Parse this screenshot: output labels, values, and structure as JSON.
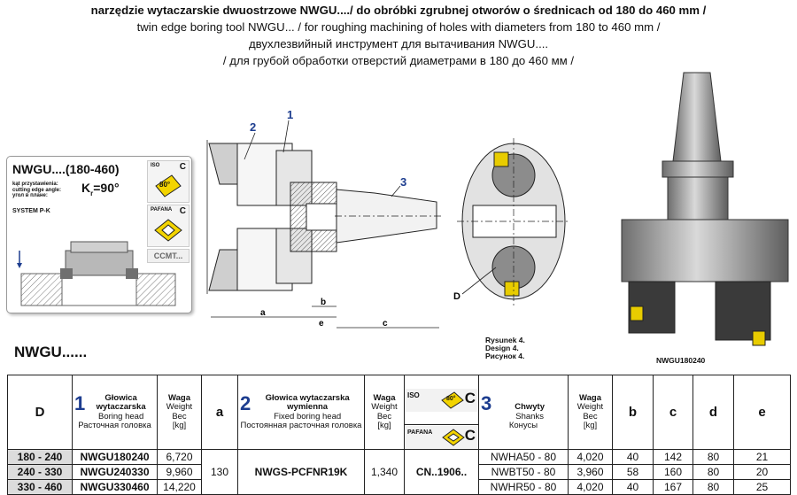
{
  "header": {
    "pl": "narzędzie  wytaczarskie dwuostrzowe NWGU..../ do obróbki zgrubnej otworów o średnicach od 180 do 460 mm /",
    "en": "twin edge boring tool NWGU... / for roughing machining of holes with diameters from 180 to 460 mm /",
    "ru1": "двухлезвийный инструмент для вытачивания NWGU....",
    "ru2": "/ для грубой  обработки отверстий диаметрами в 180 до 460 мм /"
  },
  "info_box": {
    "title": "NWGU....(180-460)",
    "angle_pl": "kąt przystawienia:",
    "angle_en": "cutting edge angle:",
    "angle_ru": "угол в плане:",
    "angle_symbol": "K",
    "angle_sub": "r",
    "angle_value": "=90°",
    "system": "SYSTEM P-K",
    "iso_label": "ISO",
    "iso_c": "C",
    "iso_angle": "80°",
    "pafana_label": "PAFANA",
    "pafana_c": "C",
    "insert_code": "CCMT..."
  },
  "drawing": {
    "callouts": [
      "1",
      "2",
      "3"
    ],
    "dims": [
      "a",
      "b",
      "e",
      "c",
      "D"
    ]
  },
  "figure_caption": [
    "Rysunek 4.",
    "Design 4.",
    "Рисунок 4."
  ],
  "photo_caption": "NWGU180240",
  "series_label": "NWGU......",
  "table": {
    "head": {
      "D": "D",
      "n1": "1",
      "head_pl": "Głowica wytaczarska",
      "head_en": "Boring head",
      "head_ru": "Расточная головка",
      "waga_pl": "Waga",
      "waga_en": "Weight",
      "waga_ru": "Вес",
      "waga_unit": "[kg]",
      "a": "a",
      "n2": "2",
      "fixed_pl": "Głowica wytaczarska wymienna",
      "fixed_en": "Fixed boring head",
      "fixed_ru": "Постоянная расточная головка",
      "iso": "ISO",
      "iso_c": "C",
      "iso_angle": "80°",
      "pafana": "PAFANA",
      "pafana_c": "C",
      "n3": "3",
      "shank_pl": "Chwyty",
      "shank_en": "Shanks",
      "shank_ru": "Конусы",
      "b": "b",
      "c": "c",
      "d": "d",
      "e": "e"
    },
    "rows": [
      {
        "D": "180 - 240",
        "head": "NWGU180240",
        "weight": "6,720",
        "shank": "NWHA50 - 80",
        "sw": "4,020",
        "b": "40",
        "c": "142",
        "d": "80",
        "e": "21"
      },
      {
        "D": "240 - 330",
        "head": "NWGU240330",
        "weight": "9,960",
        "shank": "NWBT50 - 80",
        "sw": "3,960",
        "b": "58",
        "c": "160",
        "d": "80",
        "e": "20"
      },
      {
        "D": "330 - 460",
        "head": "NWGU330460",
        "weight": "14,220",
        "shank": "NWHR50 - 80",
        "sw": "4,020",
        "b": "40",
        "c": "167",
        "d": "80",
        "e": "25"
      }
    ],
    "merged": {
      "a": "130",
      "fixed": "NWGS-PCFNR19K",
      "fixed_weight": "1,340",
      "insert": "CN..1906.."
    }
  }
}
